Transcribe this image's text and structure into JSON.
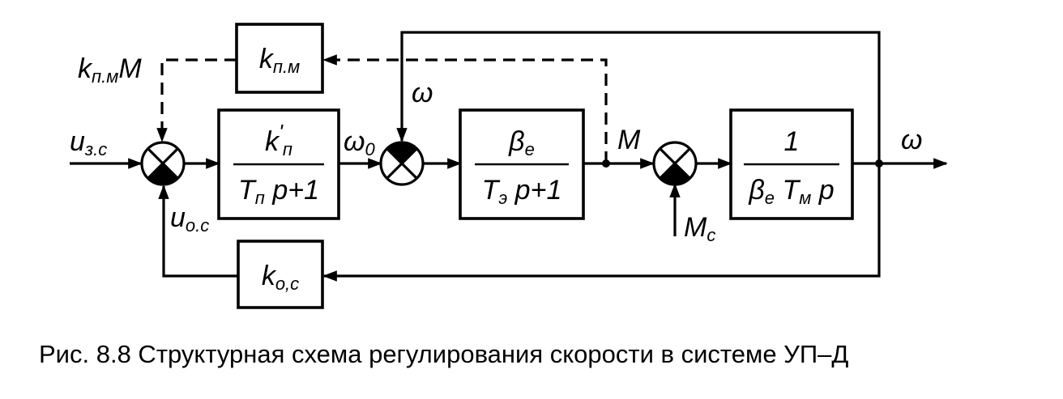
{
  "blocks": {
    "kpm": {
      "num": "k",
      "num_sub": "п.м"
    },
    "kp": {
      "num": "k",
      "num_sub": "п",
      "num_prime": "'",
      "den": "T",
      "den_sub": "п",
      "den_tail": " p+1"
    },
    "be_te": {
      "num": "β",
      "num_sub": "e",
      "den": "T",
      "den_sub": "э",
      "den_tail": " p+1"
    },
    "one_over": {
      "num": "1",
      "den_a": "β",
      "den_a_sub": "e",
      "den_b": " T",
      "den_b_sub": "м",
      "den_tail": " p"
    },
    "koc": {
      "num": "k",
      "num_sub": "о,с"
    }
  },
  "signals": {
    "u_zs": {
      "main": "u",
      "sub": "з.с"
    },
    "kpm_M": {
      "main": "k",
      "sub": "п.м",
      "tail": "M"
    },
    "u_oc": {
      "main": "u",
      "sub": "о.с"
    },
    "omega0": {
      "main": "ω",
      "sub": "0"
    },
    "omega_fb": {
      "main": "ω"
    },
    "M": {
      "main": "M"
    },
    "Mc": {
      "main": "M",
      "sub": "c"
    },
    "omega_out": {
      "main": "ω"
    }
  },
  "caption": "Рис. 8.8  Структурная схема регулирования скорости в системе УП–Д"
}
